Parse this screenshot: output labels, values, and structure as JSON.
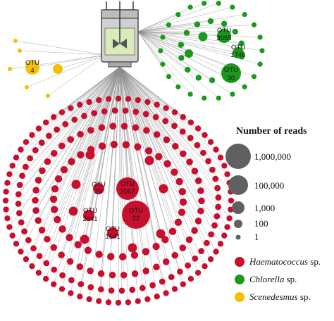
{
  "otus": {
    "haem_3067": [
      "OTU",
      "3067"
    ],
    "haem_22": [
      "OTU",
      "22"
    ],
    "haem_29": [
      "OTU",
      "29"
    ],
    "haem_2041": [
      "OTU",
      "2041"
    ],
    "haem_1641": [
      "OTU",
      "1641"
    ],
    "chlor_3055": [
      "OTU",
      "3055"
    ],
    "chlor_1748": [
      "OTU",
      "1748"
    ],
    "chlor_30": [
      "OTU",
      "30"
    ],
    "scen_4": [
      "OTU",
      "4"
    ]
  },
  "legend": {
    "title": "Number of reads",
    "sizes": [
      "1,000,000",
      "100,000",
      "1,000",
      "100",
      "1"
    ],
    "taxa": [
      {
        "genus": "Haematococcus",
        "suffix": " sp.",
        "color": "#c8102e"
      },
      {
        "genus": "Chlorella",
        "suffix": " sp.",
        "color": "#1a9a1a"
      },
      {
        "genus": "Scenedesmus",
        "suffix": " sp.",
        "color": "#f2c200"
      }
    ]
  },
  "colors": {
    "haematococcus": "#c8102e",
    "chlorella": "#1a9a1a",
    "scenedesmus": "#f2c200",
    "size_key": "#606060",
    "edge": "#8c8c8c"
  },
  "icons": {
    "reactor": "bioreactor-icon"
  }
}
